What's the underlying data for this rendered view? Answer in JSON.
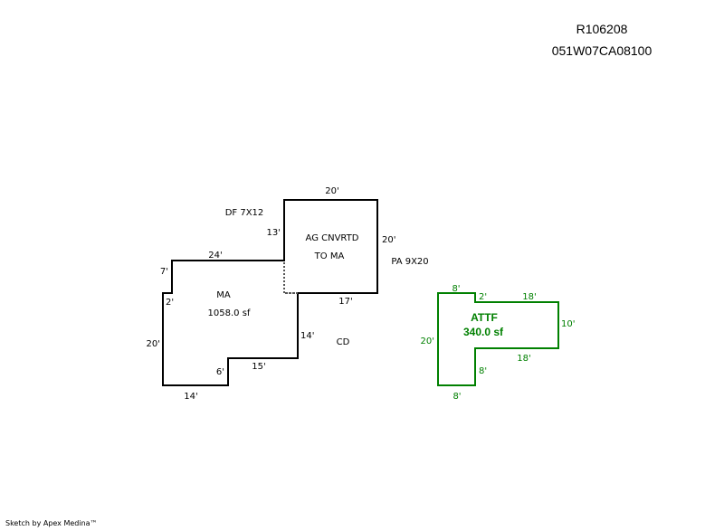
{
  "header": {
    "record_id": "R106208",
    "map_number": "051W07CA08100"
  },
  "colors": {
    "main_outline": "#000000",
    "attached_outline": "#008000"
  },
  "sketch": {
    "ma": {
      "name": "MA",
      "area": "1058.0 sf",
      "dims": {
        "top": "24'",
        "left_upper": "7'",
        "step": "2'",
        "left": "20'",
        "bottom": "14'",
        "step_up": "6'",
        "bottom_right": "15'",
        "right": "14'"
      }
    },
    "ag": {
      "line1": "AG CNVRTD",
      "line2": "TO MA",
      "dims": {
        "top": "20'",
        "left": "13'",
        "right": "20'",
        "bottom": "17'"
      }
    },
    "labels": {
      "df": "DF 7X12",
      "pa": "PA 9X20",
      "cd": "CD"
    },
    "attf": {
      "name": "ATTF",
      "area": "340.0 sf",
      "dims": {
        "top_left": "8'",
        "step": "2'",
        "top_right": "18'",
        "right": "10'",
        "bottom_right": "18'",
        "step_down": "8'",
        "bottom": "8'",
        "left": "20'"
      }
    }
  },
  "footer": {
    "credit": "Sketch by Apex Medina™"
  }
}
